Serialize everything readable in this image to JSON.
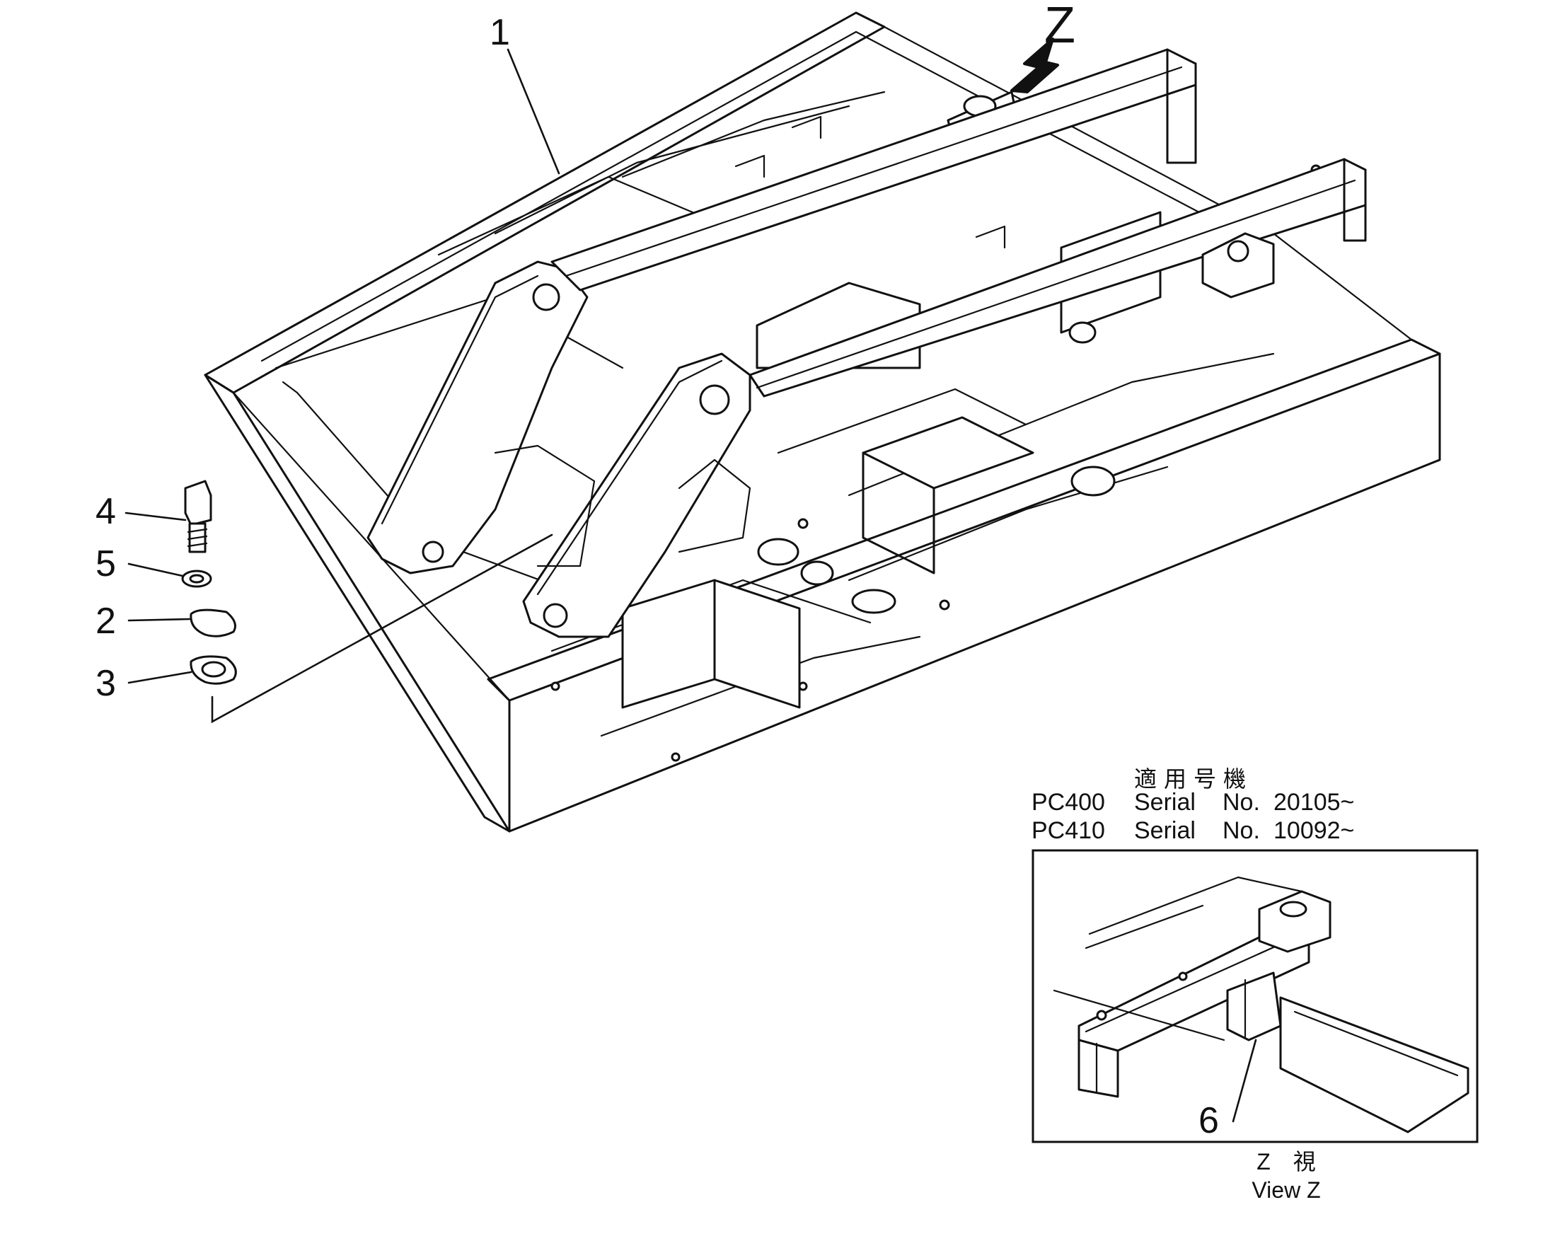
{
  "callouts": {
    "part_1": "1",
    "part_2": "2",
    "part_3": "3",
    "part_4": "4",
    "part_5": "5",
    "part_6": "6"
  },
  "view_arrow_label": "Z",
  "applicability": {
    "title_jp": "適用号機",
    "rows": [
      {
        "model": "PC400",
        "serial_label": "Serial",
        "no_label": "No.",
        "serial_start": "20105~"
      },
      {
        "model": "PC410",
        "serial_label": "Serial",
        "no_label": "No.",
        "serial_start": "10092~"
      }
    ]
  },
  "detail_caption": {
    "jp": "Z　視",
    "en": "View Z"
  },
  "icons": [
    "view-direction-arrow-icon"
  ]
}
